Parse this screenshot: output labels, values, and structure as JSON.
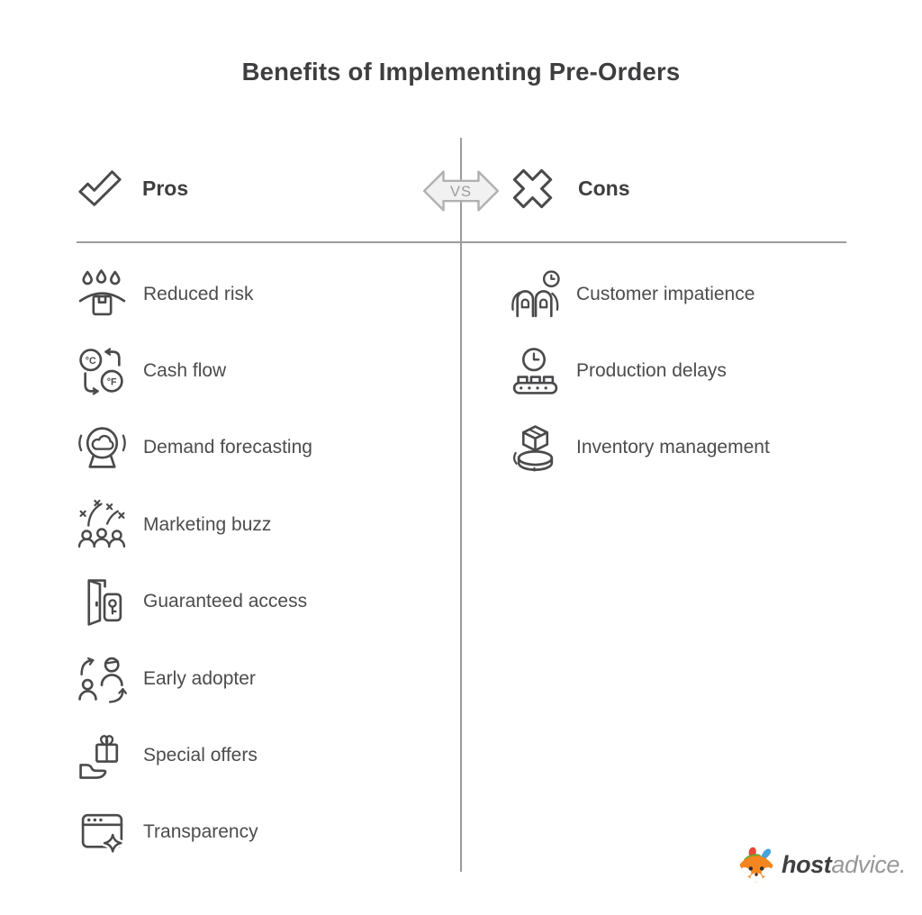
{
  "title": "Benefits of Implementing Pre-Orders",
  "vs_badge": {
    "label": "VS"
  },
  "pros": {
    "header": "Pros",
    "header_icon": "check-icon",
    "items": [
      {
        "label": "Reduced risk",
        "icon": "protected-package-rain-icon"
      },
      {
        "label": "Cash flow",
        "icon": "currency-exchange-icon",
        "icon_text": {
          "c": "°C",
          "f": "°F"
        }
      },
      {
        "label": "Demand forecasting",
        "icon": "crystal-ball-icon"
      },
      {
        "label": "Marketing buzz",
        "icon": "crowd-celebration-icon"
      },
      {
        "label": "Guaranteed access",
        "icon": "door-key-icon"
      },
      {
        "label": "Early adopter",
        "icon": "user-swap-icon"
      },
      {
        "label": "Special offers",
        "icon": "hand-gift-icon"
      },
      {
        "label": "Transparency",
        "icon": "window-sparkle-icon"
      }
    ]
  },
  "cons": {
    "header": "Cons",
    "header_icon": "cross-icon",
    "items": [
      {
        "label": "Customer impatience",
        "icon": "waiting-queue-clock-icon"
      },
      {
        "label": "Production delays",
        "icon": "conveyor-clock-icon"
      },
      {
        "label": "Inventory management",
        "icon": "box-pallet-icon"
      }
    ]
  },
  "brand": {
    "name_bold": "host",
    "name_light": "advice."
  },
  "colors": {
    "ink": "#3e3e40",
    "label": "#4c4c4e",
    "icon": "#4a4a4c",
    "line": "#9c9c9c",
    "vs-fill": "#f1f1f1",
    "vs-stroke": "#b1b1b1",
    "vs-text": "#9c9c9c",
    "brand-dark": "#3f3f41",
    "brand-light": "#98989a",
    "brand-orange": "#f5861f"
  }
}
